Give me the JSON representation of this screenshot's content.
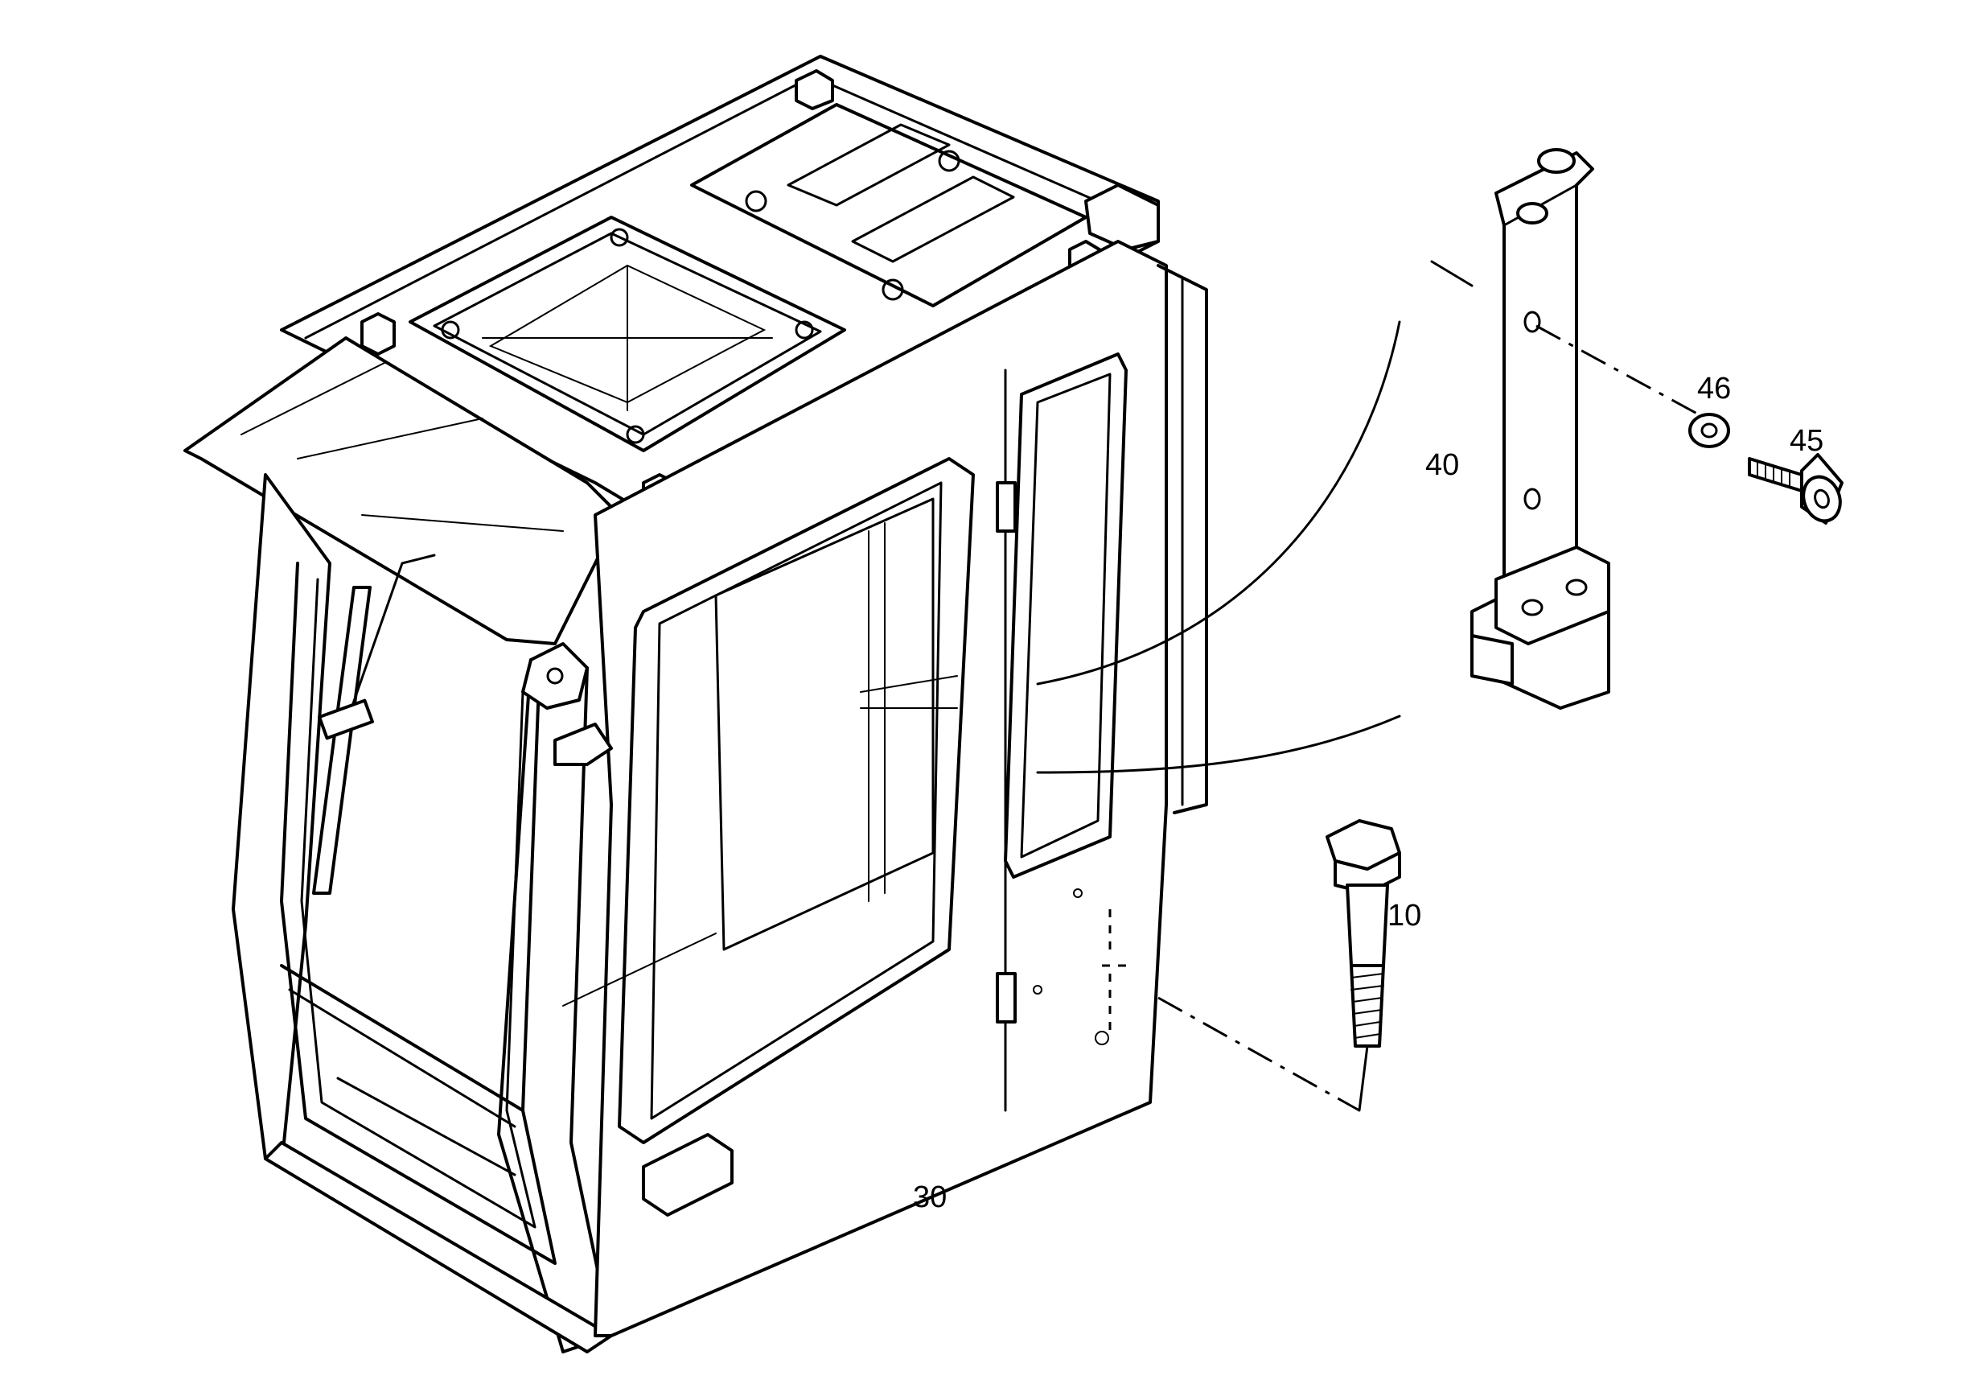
{
  "callouts": {
    "c10": "10",
    "c30": "30",
    "c40": "40",
    "c45": "45",
    "c46": "46"
  }
}
